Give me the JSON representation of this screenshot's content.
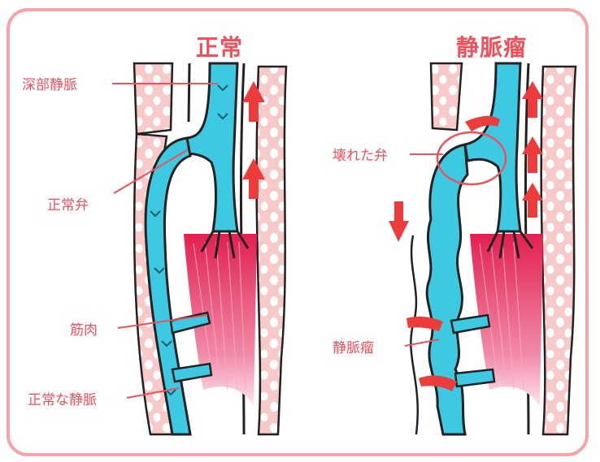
{
  "titles": {
    "normal": "正常",
    "varicose": "静脈瘤"
  },
  "labels": {
    "deep_vein": "深部静脈",
    "normal_valve": "正常弁",
    "muscle": "筋肉",
    "normal_vein": "正常な静脈",
    "broken_valve": "壊れた弁",
    "varicose_vein": "静脈瘤"
  },
  "colors": {
    "frame": "#f6a3aa",
    "text": "#f0505a",
    "vein": "#3ec9e3",
    "skin": "#f7c9c8",
    "muscle": "#ea3b6e",
    "arrow": "#ee3b3b"
  }
}
